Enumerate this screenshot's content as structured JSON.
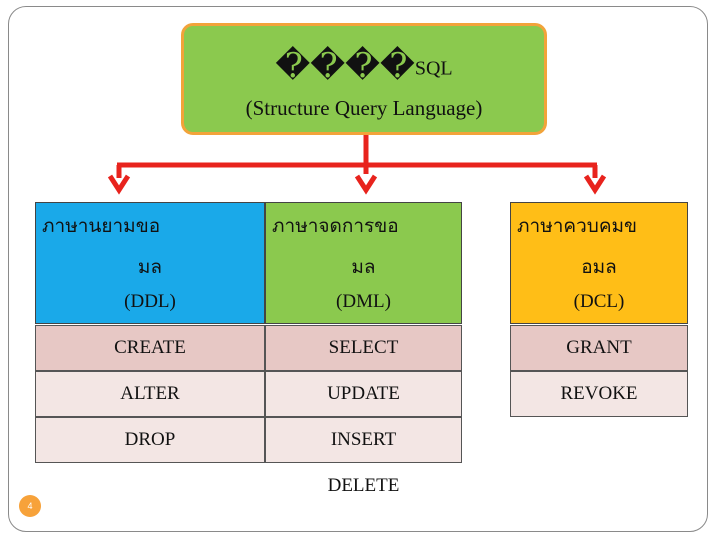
{
  "title": {
    "prefix": "����",
    "sql": "SQL",
    "suffix": "",
    "subtitle": "(Structure Query Language)"
  },
  "categories": [
    {
      "line1": "ภาษานยามขอ",
      "line2": "มล",
      "abbr": "(DDL)",
      "color": "#1aa9e9"
    },
    {
      "line1": "ภาษาจดการขอ",
      "line2": "มล",
      "abbr": "(DML)",
      "color": "#8bc94e"
    },
    {
      "line1": "ภาษาควบคมข",
      "line2": "อมล",
      "abbr": "(DCL)",
      "color": "#ffbe17"
    }
  ],
  "commands": {
    "ddl": [
      "CREATE",
      "ALTER",
      "DROP"
    ],
    "dml": [
      "SELECT",
      "UPDATE",
      "INSERT",
      "DELETE"
    ],
    "dcl": [
      "GRANT",
      "REVOKE"
    ]
  },
  "connector_color": "#e8231d",
  "page_number": "4"
}
